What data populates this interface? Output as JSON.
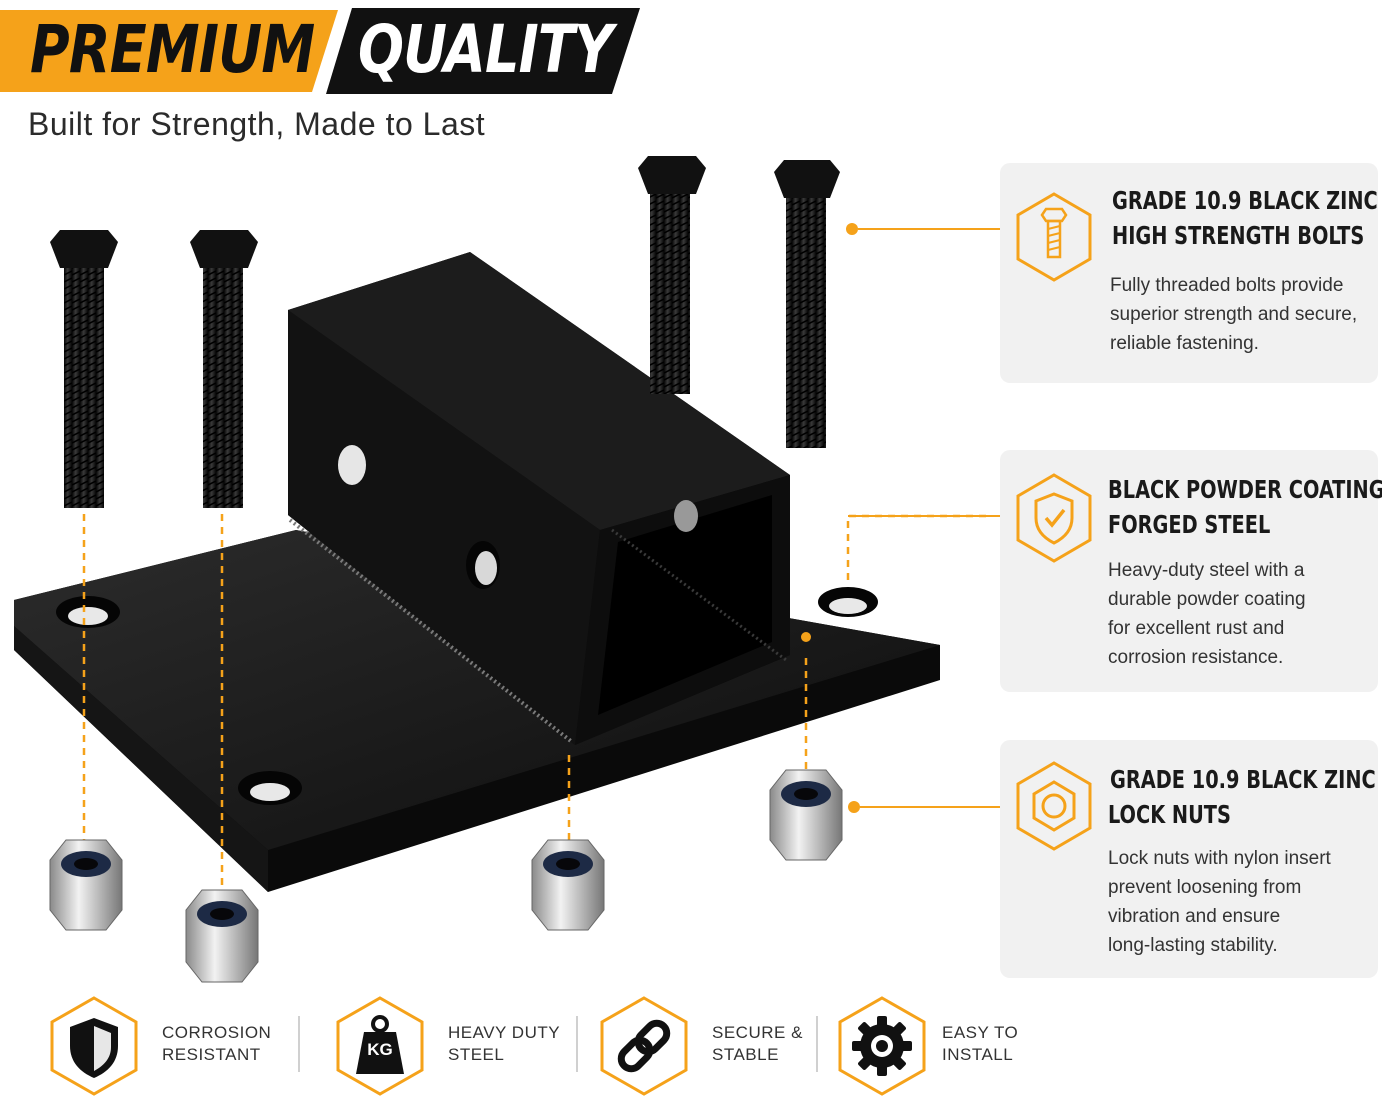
{
  "banner": {
    "word1": "PREMIUM",
    "word2": "QUALITY"
  },
  "tagline": "Built for Strength, Made to Last",
  "colors": {
    "accent": "#f5a21a",
    "dark": "#111111",
    "card_bg": "#f1f1f1"
  },
  "cards": [
    {
      "icon": "bolt-icon",
      "title1": "GRADE 10.9 BLACK ZINC",
      "title2": "HIGH STRENGTH BOLTS",
      "lines": [
        "Fully threaded bolts provide",
        "superior strength and secure,",
        "reliable fastening."
      ]
    },
    {
      "icon": "shield-check-icon",
      "title1": "BLACK POWDER COATING",
      "title2": "FORGED STEEL",
      "lines": [
        "Heavy-duty steel with a",
        "durable powder coating",
        "for excellent rust and",
        "corrosion resistance."
      ]
    },
    {
      "icon": "nut-icon",
      "title1": "GRADE 10.9 BLACK ZINC",
      "title2": "LOCK NUTS",
      "lines": [
        "Lock nuts with nylon insert",
        "prevent loosening from",
        "vibration and ensure",
        "long-lasting stability."
      ]
    }
  ],
  "features": [
    {
      "icon": "shield-icon",
      "line1": "CORROSION",
      "line2": "RESISTANT"
    },
    {
      "icon": "weight-icon",
      "badge": "KG",
      "line1": "HEAVY DUTY",
      "line2": "STEEL"
    },
    {
      "icon": "chain-link-icon",
      "line1": "SECURE &",
      "line2": "STABLE"
    },
    {
      "icon": "gear-icon",
      "line1": "EASY TO",
      "line2": "INSTALL"
    }
  ]
}
